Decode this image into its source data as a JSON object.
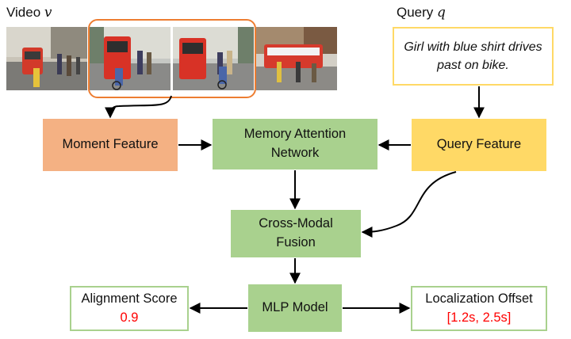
{
  "video": {
    "label": "Video",
    "symbol": "v"
  },
  "query": {
    "label": "Query",
    "symbol": "q",
    "text": "Girl with blue shirt drives past on bike."
  },
  "nodes": {
    "moment_feature": "Moment Feature",
    "memory_attention": "Memory Attention Network",
    "query_feature": "Query Feature",
    "cross_modal_fusion": "Cross-Modal Fusion",
    "mlp_model": "MLP Model",
    "alignment_score": {
      "label": "Alignment Score",
      "value": "0.9"
    },
    "localization_offset": {
      "label": "Localization Offset",
      "value": "[1.2s, 2.5s]"
    }
  },
  "colors": {
    "moment": "#f4b183",
    "network": "#a9d18e",
    "query": "#ffd966",
    "highlight": "#ed7d31",
    "value": "#ff0000"
  }
}
